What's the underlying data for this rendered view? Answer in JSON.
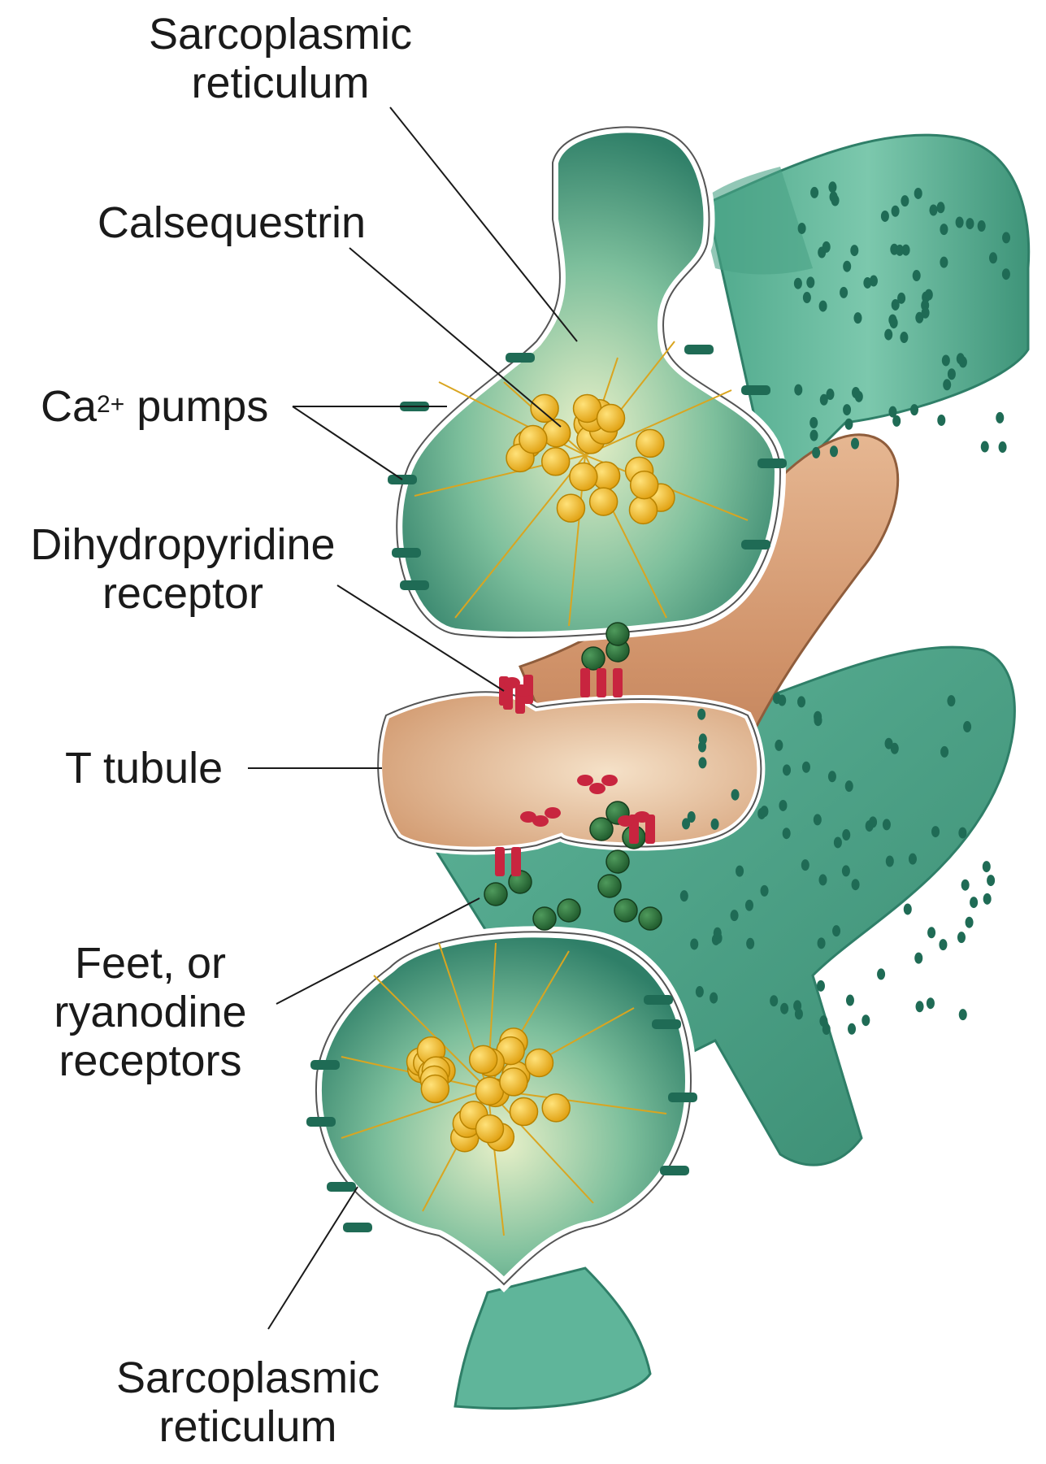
{
  "labels": {
    "sr_top_line1": "Sarcoplasmic",
    "sr_top_line2": "reticulum",
    "calsequestrin": "Calsequestrin",
    "ca_pumps_base": "Ca",
    "ca_pumps_sup": "2+",
    "ca_pumps_rest": " pumps",
    "dhp_line1": "Dihydropyridine",
    "dhp_line2": "receptor",
    "t_tubule": "T tubule",
    "feet_line1": "Feet, or",
    "feet_line2": "ryanodine",
    "feet_line3": "receptors",
    "sr_bottom_line1": "Sarcoplasmic",
    "sr_bottom_line2": "reticulum"
  },
  "colors": {
    "sr_green": "#5fb59a",
    "sr_dark": "#2f7f68",
    "sr_inner": "#3f9478",
    "t_tubule_tan": "#d9a47c",
    "t_tubule_inner": "#e8c3a0",
    "calsequestrin_yellow": "#f2b81f",
    "ryanodine_green": "#2f6b3a",
    "dhp_red": "#c8253f",
    "membrane": "#ffffff"
  }
}
